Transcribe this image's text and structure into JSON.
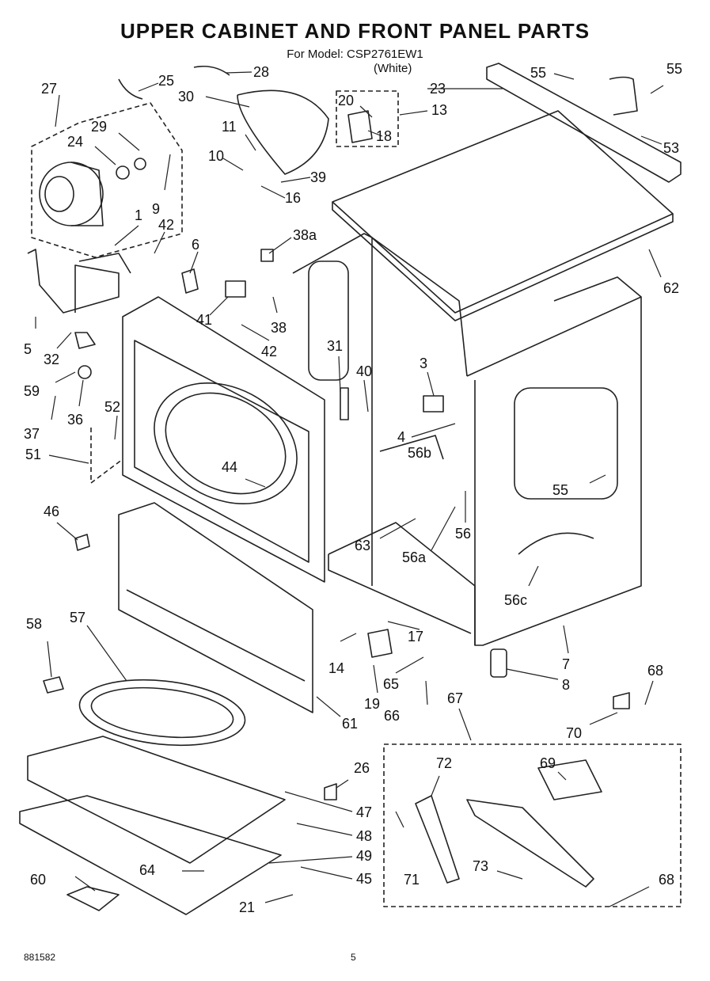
{
  "header": {
    "title": "UPPER CABINET AND FRONT PANEL PARTS",
    "model": "For Model: CSP2761EW1",
    "color": "(White)"
  },
  "callouts": [
    "27",
    "25",
    "28",
    "30",
    "20",
    "13",
    "23",
    "55",
    "55",
    "29",
    "24",
    "11",
    "18",
    "10",
    "39",
    "16",
    "9",
    "1",
    "42",
    "38a",
    "6",
    "53",
    "62",
    "32",
    "5",
    "41",
    "42",
    "38",
    "31",
    "59",
    "40",
    "3",
    "37",
    "36",
    "52",
    "51",
    "4",
    "56b",
    "44",
    "55",
    "46",
    "63",
    "56a",
    "56",
    "56c",
    "58",
    "57",
    "17",
    "7",
    "14",
    "65",
    "8",
    "68",
    "19",
    "66",
    "61",
    "67",
    "70",
    "72",
    "69",
    "26",
    "47",
    "48",
    "71",
    "73",
    "49",
    "60",
    "64",
    "45",
    "68",
    "21"
  ],
  "footer": {
    "code": "881582",
    "page": "5"
  }
}
